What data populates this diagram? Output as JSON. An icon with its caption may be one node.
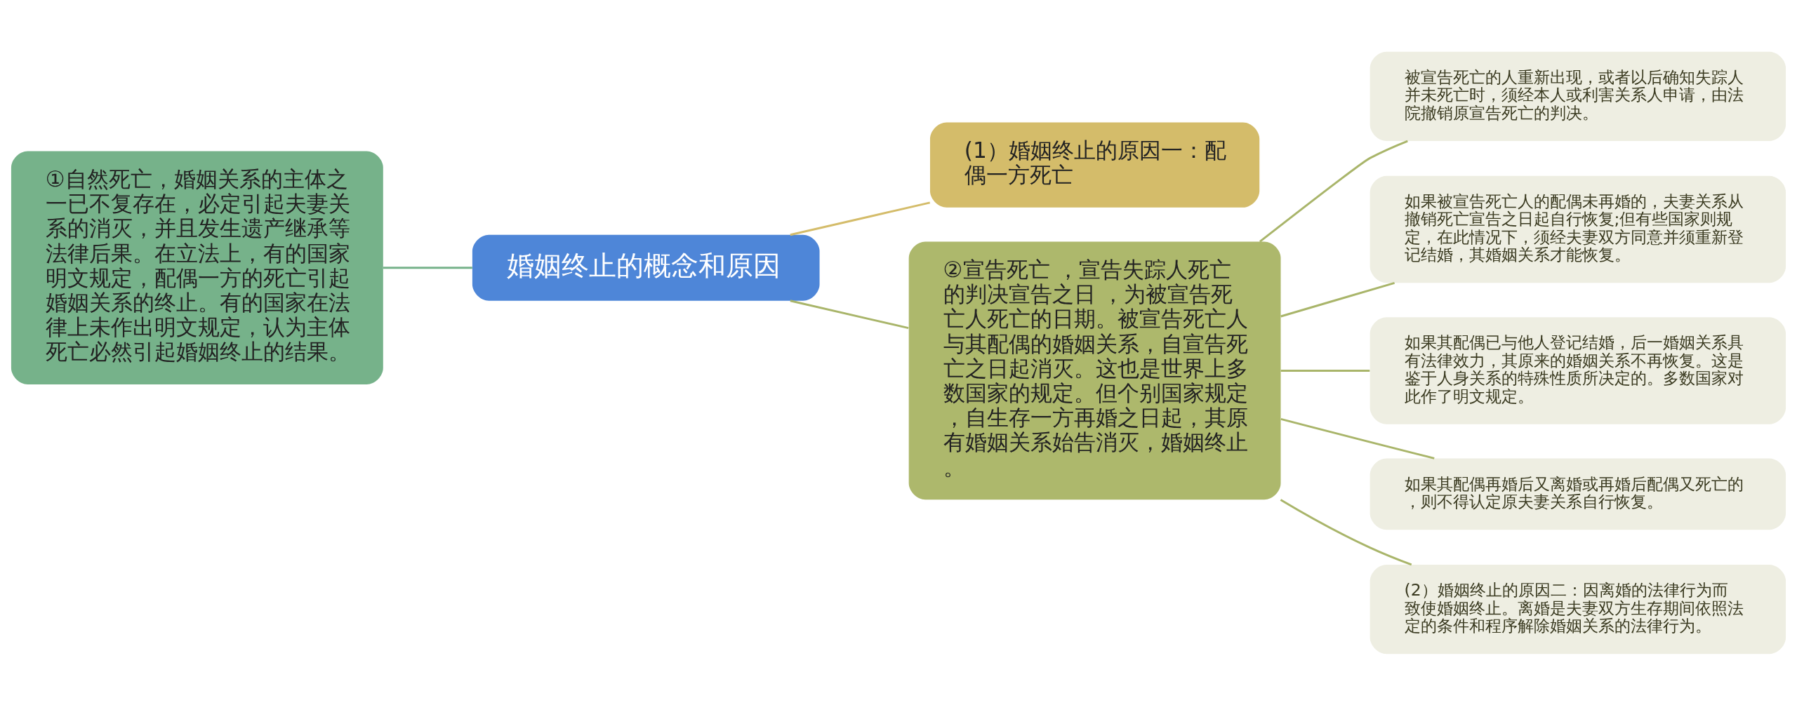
{
  "diagram": {
    "nodes": [
      {
        "text": [
          "婚姻终止的概念和原因"
        ]
      },
      {
        "text": [
          "①自然死亡，婚姻关系的主体之一已不复存在，必定引起夫妻关系的消灭，并且发生遗产继承等法律后果。在立法上，有的国家明文规定，配偶一方的死亡引起婚姻关系的终止。有的国家在法律上未作出明文规定，认为主体死亡必然引起婚姻终止的结果。"
        ]
      },
      {
        "text": [
          "(1）婚姻终止的原因一：配偶一方死亡"
        ]
      },
      {
        "text": [
          "②宣告死亡 ，宣告失踪人死亡的判决宣告之日 ，为被宣告死亡人死亡的日期。被宣告死亡人与其配偶的婚姻关系，自宣告死亡之日起消灭。这也是世界上多数国家的规定。但个别国家规定，自生存一方再婚之日起，其原有婚姻关系始告消灭，婚姻终止。"
        ]
      },
      {
        "text": [
          "被宣告死亡的人重新出现，或者以后确知失踪人并未死亡时，须经本人或利害关系人申请，由法院撤销原宣告死亡的判决。"
        ]
      },
      {
        "text": [
          "如果被宣告死亡人的配偶未再婚的，夫妻关系从撤销死亡宣告之日起自行恢复;但有些国家则规定，在此情况下，须经夫妻双方同意并须重新登记结婚，其婚姻关系才能恢复。"
        ]
      },
      {
        "text": [
          "如果其配偶已与他人登记结婚，后一婚姻关系具有法律效力，其原来的婚姻关系不再恢复。这是鉴于人身关系的特殊性质所决定的。多数国家对此作了明文规定。"
        ]
      },
      {
        "text": [
          "如果其配偶再婚后又离婚或再婚后配偶又死亡的，则不得认定原夫妻关系自行恢复。"
        ]
      },
      {
        "text": [
          "(2）婚姻终止的原因二：因离婚的法律行为而致使婚姻终止。离婚是夫妻双方生存期间依照法定的条件和程序解除婚姻关系的法律行为。"
        ]
      }
    ],
    "edges": [
      {
        "from": 0,
        "to": 1,
        "arrow": "none",
        "color": "#76b28a"
      },
      {
        "from": 0,
        "to": 2,
        "arrow": "none",
        "color": "#d4bc6a"
      },
      {
        "from": 0,
        "to": 3,
        "arrow": "none"
      },
      {
        "from": 3,
        "to": 4,
        "arrow": "none"
      },
      {
        "from": 3,
        "to": 5,
        "arrow": "none"
      },
      {
        "from": 3,
        "to": 6,
        "arrow": "none"
      },
      {
        "from": 3,
        "to": 7,
        "arrow": "none"
      },
      {
        "from": 3,
        "to": 8,
        "arrow": "none"
      }
    ]
  }
}
